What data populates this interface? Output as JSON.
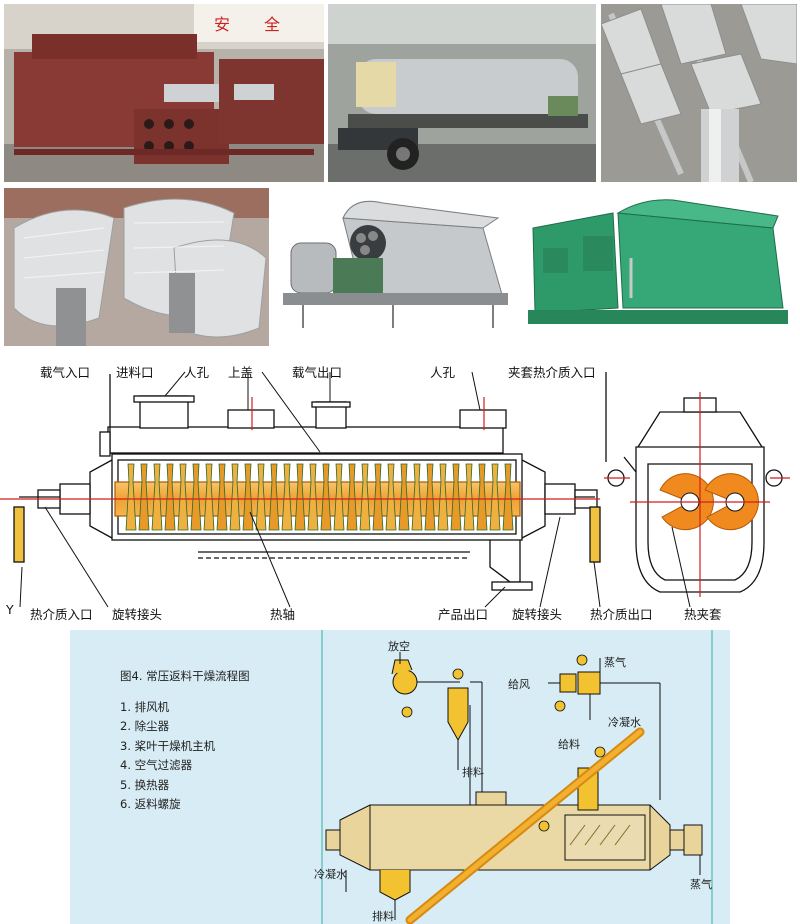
{
  "colors": {
    "maroon_machine": "#8a3a34",
    "green_machine": "#2e9a6a",
    "steel": "#c9ccce",
    "shaft_orange": "#f0a032",
    "flow_bg": "#d7ecf4",
    "flow_machine": "#e9d59c",
    "flow_yellow": "#f2c230"
  },
  "photos": [
    {
      "name": "maroon-dryer-photo"
    },
    {
      "name": "dryer-on-truck-photo"
    },
    {
      "name": "paddle-shafts-photo"
    },
    {
      "name": "paddle-closeup-photo"
    },
    {
      "name": "grey-dryer-open-photo"
    },
    {
      "name": "green-dryers-photo"
    }
  ],
  "diagram": {
    "labels": {
      "gas_inlet": "载气入口",
      "feed_inlet": "进料口",
      "manhole_left": "人孔",
      "top_cover": "上盖",
      "gas_outlet": "载气出口",
      "manhole_right": "人孔",
      "jacket_inlet": "夹套热介质入口",
      "heat_medium_inlet": "热介质入口",
      "rotary_joint_left": "旋转接头",
      "hot_shaft": "热轴",
      "product_outlet": "产品出口",
      "rotary_joint_right": "旋转接头",
      "heat_medium_outlet": "热介质出口",
      "hot_jacket": "热夹套",
      "y_mark": "Y"
    }
  },
  "flow": {
    "title": "图4. 常压返料干燥流程图",
    "legend": [
      "1. 排风机",
      "2. 除尘器",
      "3. 桨叶干燥机主机",
      "4. 空气过滤器",
      "5. 换热器",
      "6. 返料螺旋"
    ],
    "labels": {
      "vent": "放空",
      "steam_top": "蒸气",
      "air_supply": "给风",
      "condensate_top": "冷凝水",
      "feed": "给料",
      "discharge_mid": "排料",
      "condensate_bottom": "冷凝水",
      "steam_bottom": "蒸气",
      "discharge_bottom": "排料"
    }
  }
}
